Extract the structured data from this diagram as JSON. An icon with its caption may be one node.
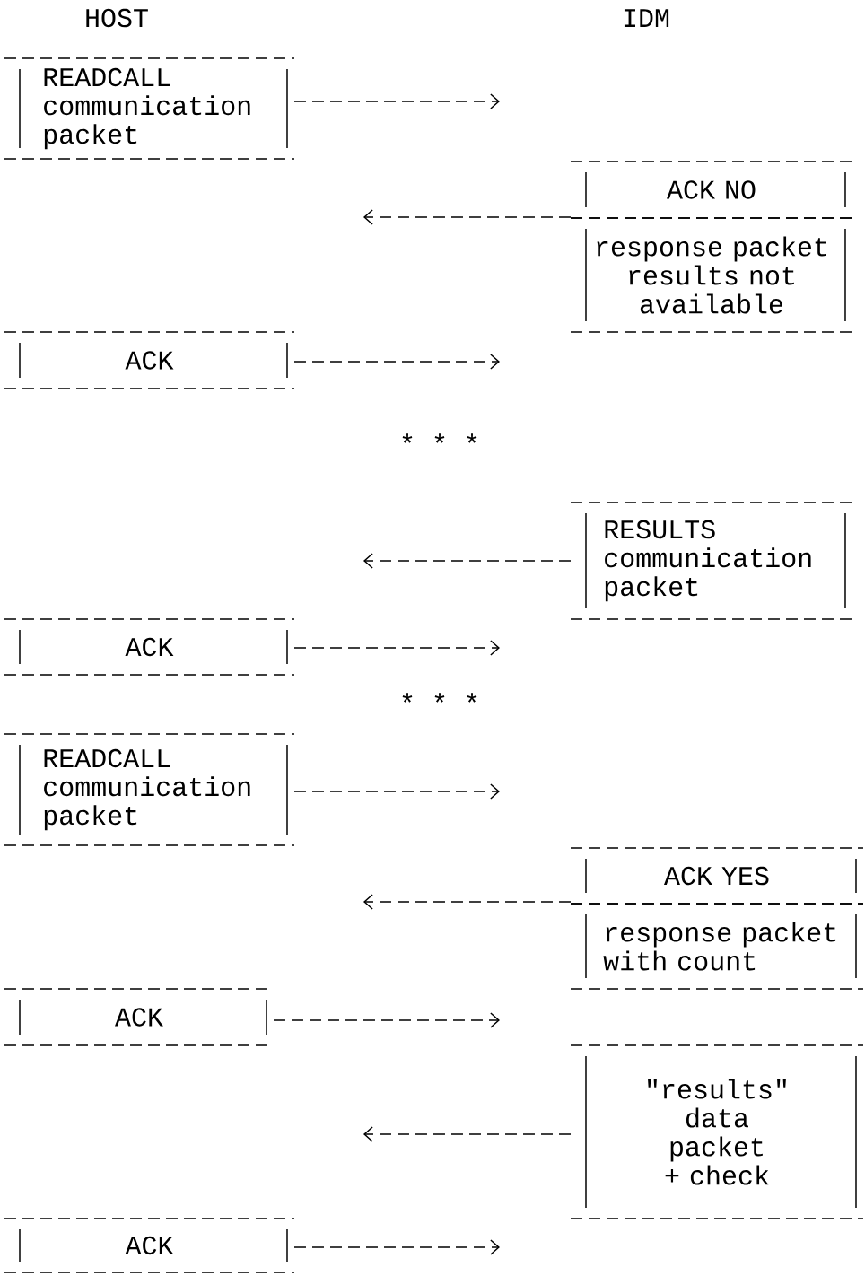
{
  "diagram": {
    "nodes": [
      {
        "text": [
          "READCALL communication packet"
        ]
      },
      {
        "text": [
          "ACK NO"
        ]
      },
      {
        "text": [
          "response packet results not available"
        ]
      },
      {
        "text": [
          "ACK"
        ]
      },
      {
        "text": [
          "RESULTS communication packet"
        ]
      },
      {
        "text": [
          "ACK"
        ]
      },
      {
        "text": [
          "READCALL communication packet"
        ]
      },
      {
        "text": [
          "ACK YES"
        ]
      },
      {
        "text": [
          "response packet with count"
        ]
      },
      {
        "text": [
          "ACK"
        ]
      },
      {
        "text": [
          "\"results\" data packet + check"
        ]
      },
      {
        "text": [
          "ACK"
        ]
      }
    ],
    "edges": [
      {
        "from": 0,
        "to": null,
        "arrow": "to"
      },
      {
        "from": 1,
        "to": null,
        "arrow": "to"
      },
      {
        "from": 3,
        "to": null,
        "arrow": "to"
      },
      {
        "from": 4,
        "to": null,
        "arrow": "to"
      },
      {
        "from": 5,
        "to": null,
        "arrow": "to"
      },
      {
        "from": 6,
        "to": null,
        "arrow": "to"
      },
      {
        "from": 7,
        "to": null,
        "arrow": "to"
      },
      {
        "from": 9,
        "to": null,
        "arrow": "to"
      },
      {
        "from": 10,
        "to": null,
        "arrow": "to"
      },
      {
        "from": 11,
        "to": null,
        "arrow": "to"
      }
    ],
    "labels": [
      "HOST",
      "IDM",
      "* * *",
      "* * *"
    ]
  }
}
